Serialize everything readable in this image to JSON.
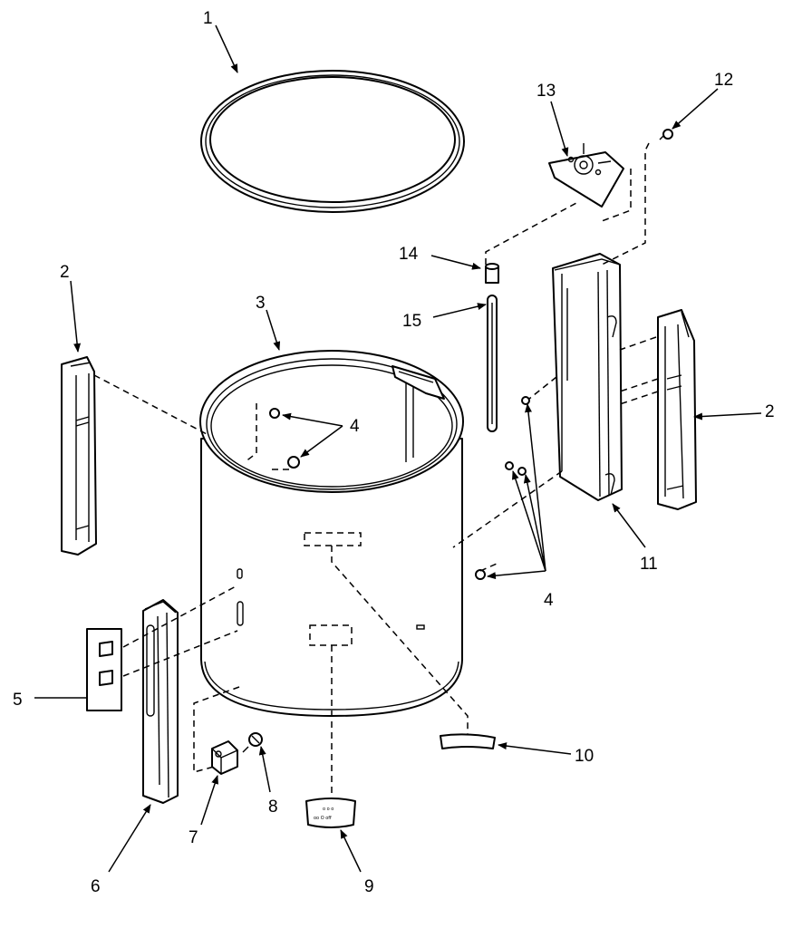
{
  "callouts": [
    {
      "id": "1",
      "label": "1"
    },
    {
      "id": "2a",
      "label": "2"
    },
    {
      "id": "2b",
      "label": "2"
    },
    {
      "id": "3",
      "label": "3"
    },
    {
      "id": "4a",
      "label": "4"
    },
    {
      "id": "4b",
      "label": "4"
    },
    {
      "id": "5",
      "label": "5"
    },
    {
      "id": "6",
      "label": "6"
    },
    {
      "id": "7",
      "label": "7"
    },
    {
      "id": "8",
      "label": "8"
    },
    {
      "id": "9",
      "label": "9"
    },
    {
      "id": "10",
      "label": "10"
    },
    {
      "id": "11",
      "label": "11"
    },
    {
      "id": "12",
      "label": "12"
    },
    {
      "id": "13",
      "label": "13"
    },
    {
      "id": "14",
      "label": "14"
    },
    {
      "id": "15",
      "label": "15"
    }
  ],
  "plate": {
    "line1": "o o o",
    "line2": "oo O off"
  },
  "colors": {
    "ink": "#000000",
    "paper": "#ffffff"
  }
}
